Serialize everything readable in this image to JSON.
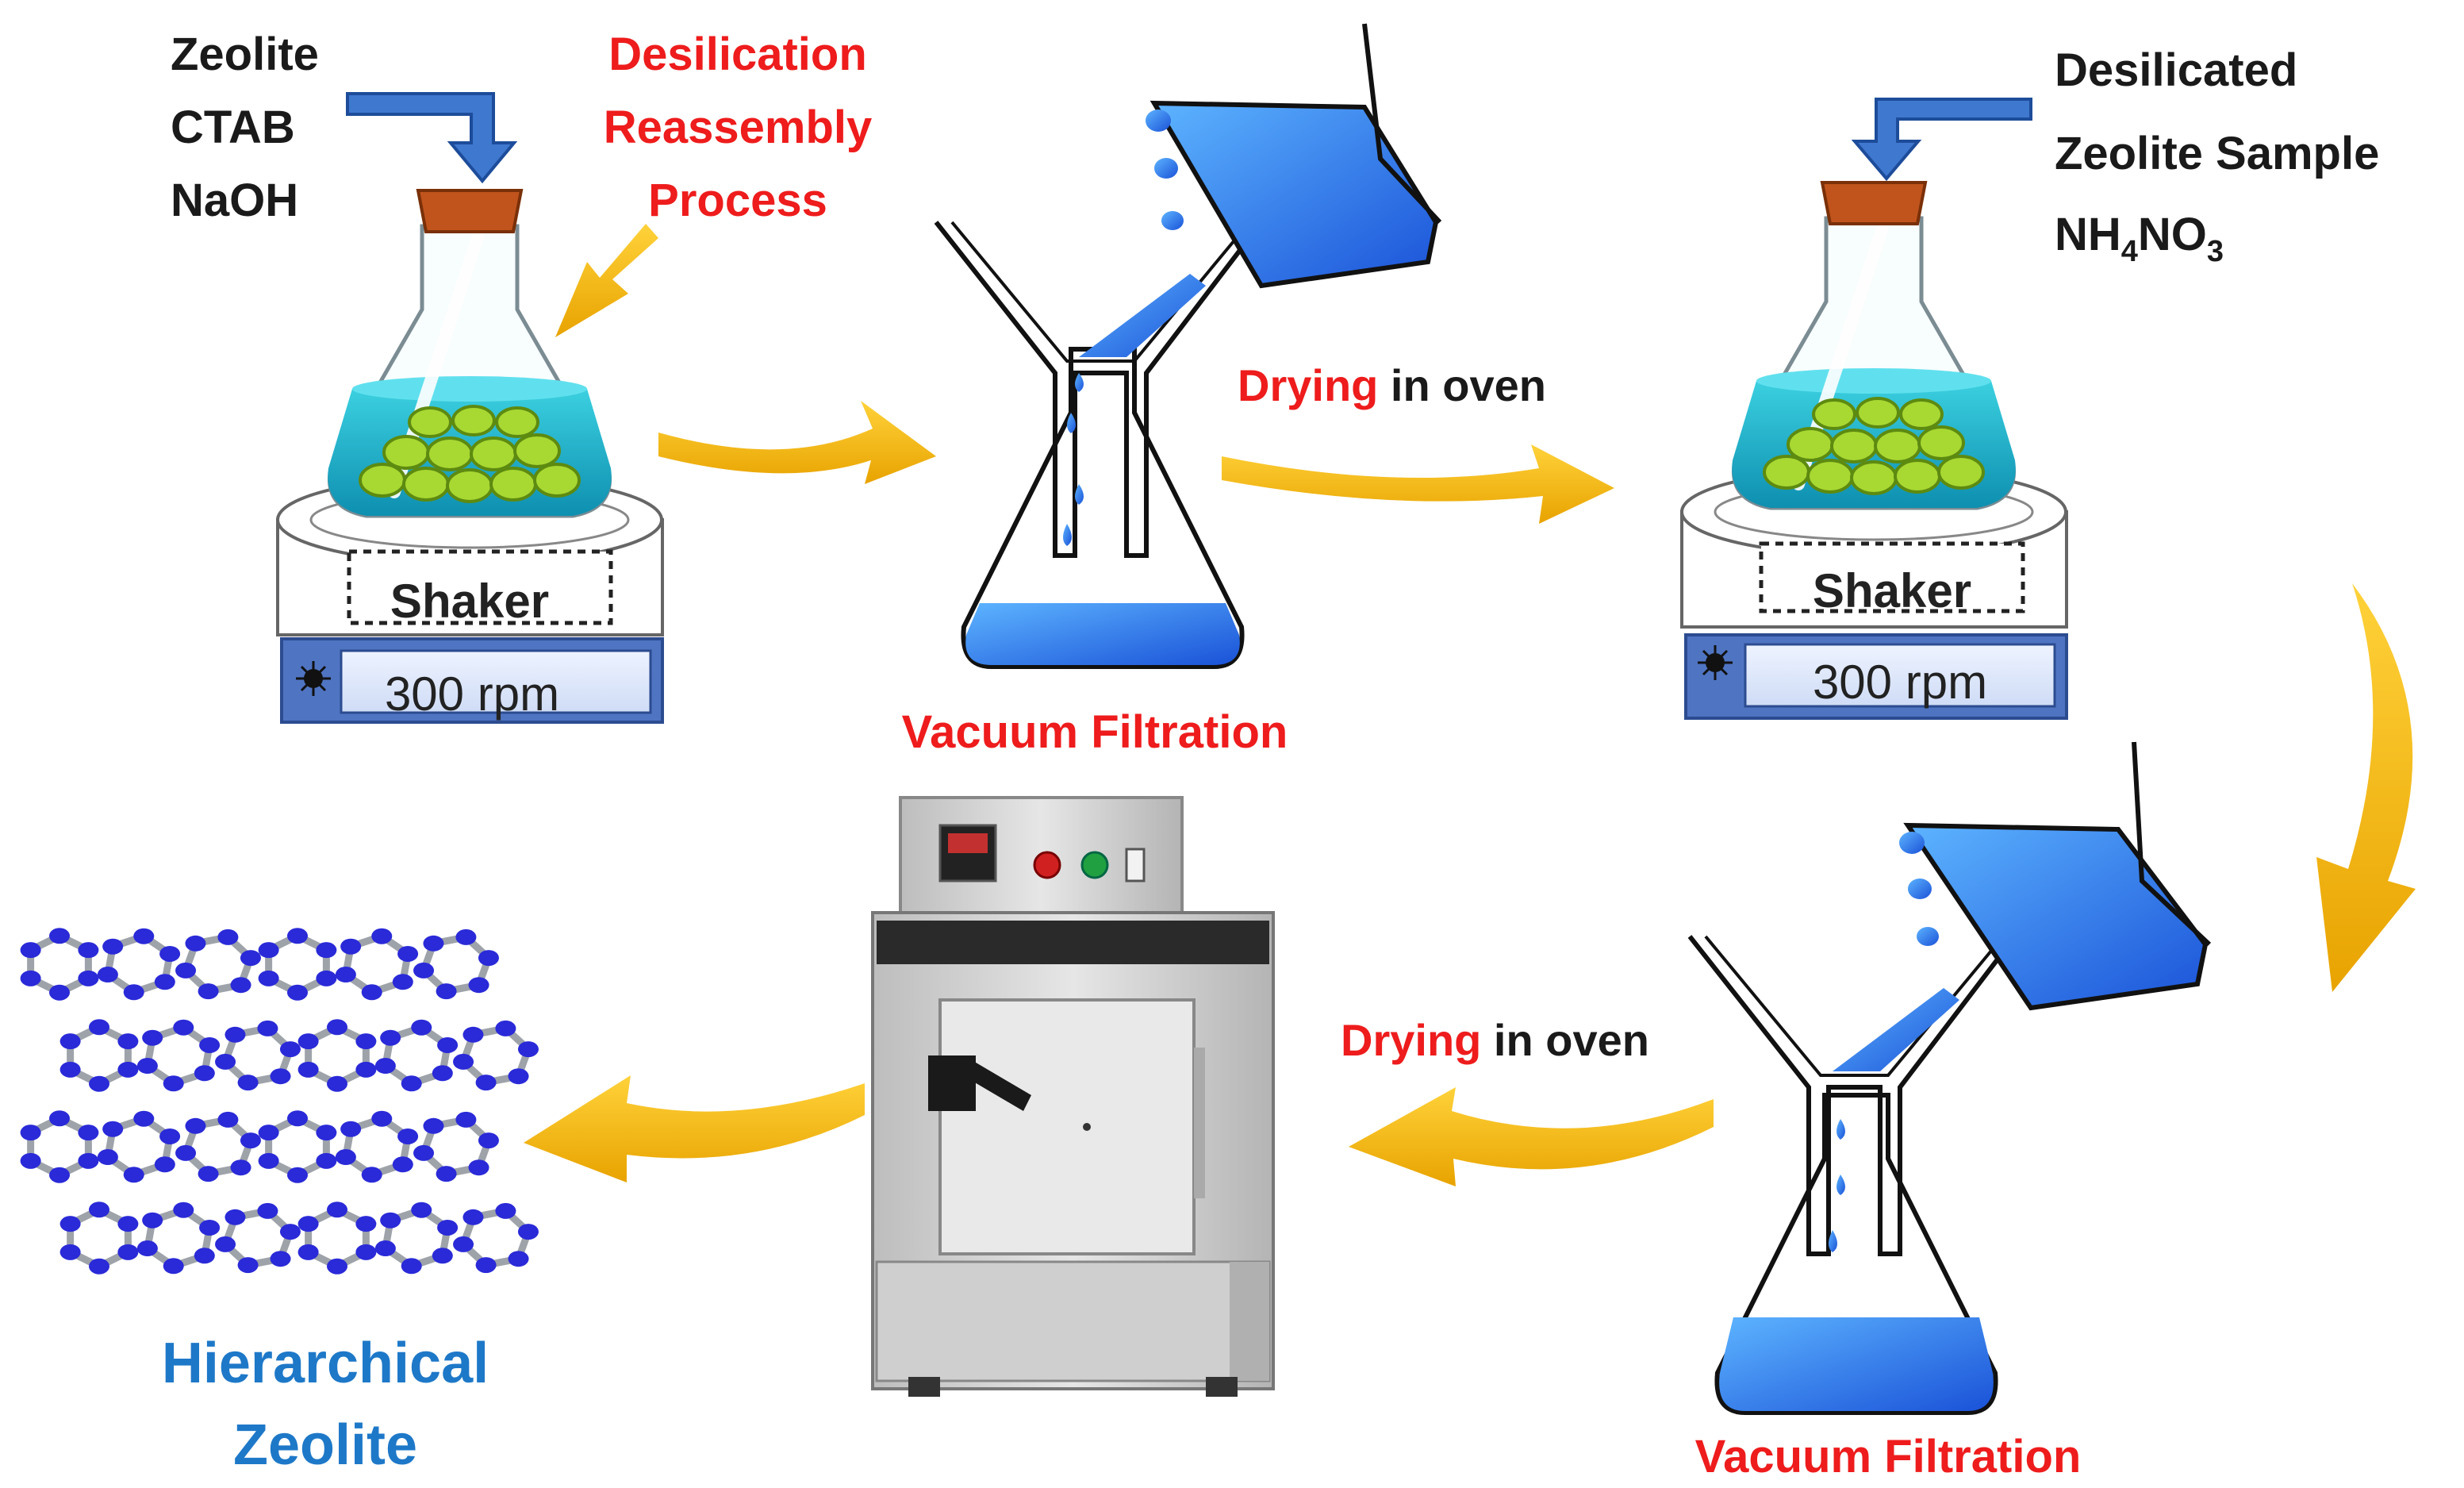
{
  "colors": {
    "arrow": "#f5b800",
    "arrow_dark": "#d49800",
    "liquid": "#2f86e6",
    "liquid_light": "#39c0d8",
    "bead": "#a8d832",
    "bead_stroke": "#5d8a10",
    "panel_blue": "#4f74c2",
    "stopper": "#c0541c",
    "input_arrow": "#3f78cf",
    "oven_body": "#d6d6d6",
    "oven_door": "#e8e8e8",
    "molecule_atom": "#2a2ad8",
    "molecule_bond": "#9ea3aa",
    "label_red": "#ee1c1c",
    "label_black": "#1a1a1a",
    "label_blue": "#1e78c8"
  },
  "step1": {
    "inputs": [
      "Zeolite",
      "CTAB",
      "NaOH"
    ],
    "process": [
      "Desilication",
      "Reassembly",
      "Process"
    ],
    "shaker_label": "Shaker",
    "speed": "300 rpm"
  },
  "filtration_1": {
    "label": "Vacuum Filtration"
  },
  "drying_1": {
    "highlight": "Drying",
    "rest": " in oven"
  },
  "step2": {
    "inputs": [
      "Desilicated",
      "Zeolite Sample"
    ],
    "reagent": {
      "prefix": "NH",
      "sub1": "4",
      "middle": "NO",
      "sub2": "3"
    },
    "shaker_label": "Shaker",
    "speed": "300 rpm"
  },
  "filtration_2": {
    "label": "Vacuum Filtration"
  },
  "drying_2": {
    "highlight": "Drying",
    "rest": " in oven"
  },
  "result": {
    "line1": "Hierarchical",
    "line2": "Zeolite"
  },
  "icons": {
    "flask": "erlenmeyer-flask-icon",
    "shaker": "shaker-icon",
    "funnel": "funnel-flask-icon",
    "beaker": "pouring-beaker-icon",
    "oven": "oven-icon",
    "molecule": "zeolite-framework-icon",
    "arrow": "process-arrow-icon"
  }
}
